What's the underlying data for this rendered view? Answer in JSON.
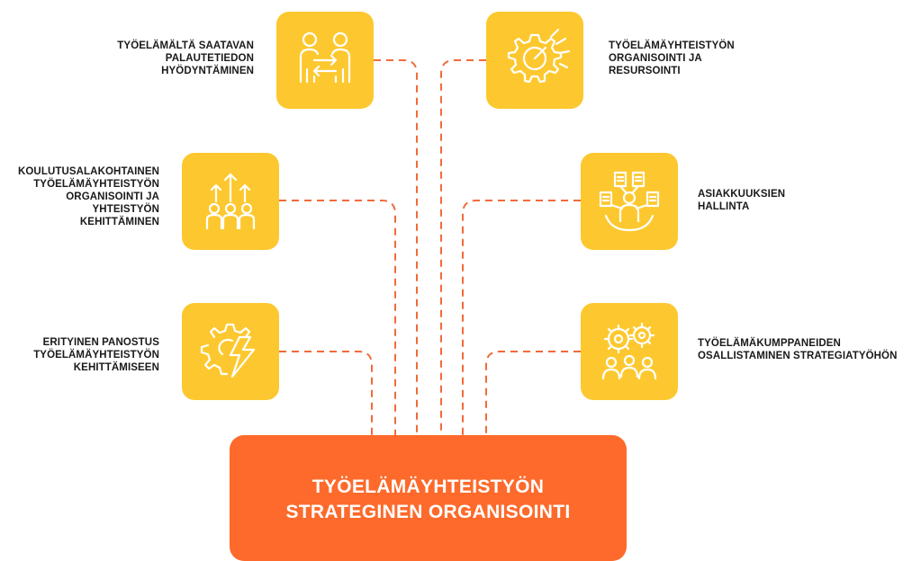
{
  "accent_color": "#fd6a2b",
  "tile_color": "#fdc82f",
  "center": {
    "title": "TYÖELÄMÄYHTEISTYÖN\nSTRATEGINEN ORGANISOINTI"
  },
  "items": [
    {
      "label": "TYÖELÄMÄLTÄ SAATAVAN\nPALAUTETIEDON\nHYÖDYNTÄMINEN",
      "icon": "people-exchange-icon"
    },
    {
      "label": "TYÖELÄMÄYHTEISTYÖN\nORGANISOINTI JA\nRESURSOINTI",
      "icon": "gear-speed-icon"
    },
    {
      "label": "KOULUTUSALAKOHTAINEN\nTYÖELÄMÄYHTEISTYÖN\nORGANISOINTI JA\nYHTEISTYÖN\nKEHITTÄMINEN",
      "icon": "team-growth-icon"
    },
    {
      "label": "ASIAKKUUKSIEN\nHALLINTA",
      "icon": "customer-documents-icon"
    },
    {
      "label": "ERITYINEN PANOSTUS\nTYÖELÄMÄYHTEISTYÖN\nKEHITTÄMISEEN",
      "icon": "gear-lightning-icon"
    },
    {
      "label": "TYÖELÄMÄKUMPPANEIDEN\nOSALLISTAMINEN STRATEGIATYÖHÖN",
      "icon": "gears-people-icon"
    }
  ]
}
